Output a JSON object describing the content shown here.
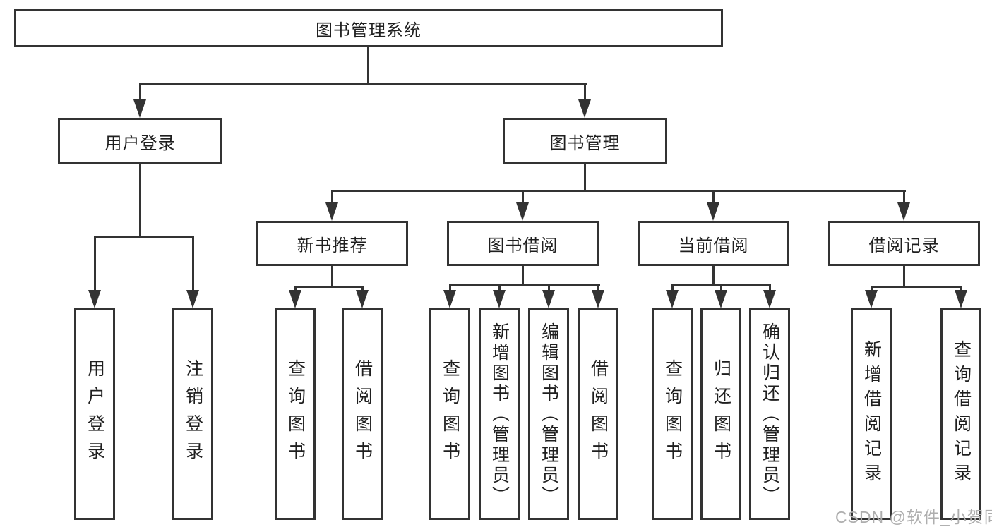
{
  "diagram": {
    "title": "图书管理系统",
    "root": {
      "label": "图书管理系统"
    },
    "level2": {
      "user_login": {
        "label": "用户登录"
      },
      "book_mgmt": {
        "label": "图书管理"
      }
    },
    "level3": {
      "new_book_rec": {
        "label": "新书推荐"
      },
      "book_borrow": {
        "label": "图书借阅"
      },
      "current_borrow": {
        "label": "当前借阅"
      },
      "borrow_record": {
        "label": "借阅记录"
      }
    },
    "leaves": {
      "user_login_leaf": {
        "label": "用户登录"
      },
      "logout_leaf": {
        "label": "注销登录"
      },
      "rec_query_book": {
        "label": "查询图书"
      },
      "rec_borrow_book": {
        "label": "借阅图书"
      },
      "bor_query_book": {
        "label": "查询图书"
      },
      "bor_add_book": {
        "label": "新增图书（管理员）"
      },
      "bor_edit_book": {
        "label": "编辑图书（管理员）"
      },
      "bor_borrow_book": {
        "label": "借阅图书"
      },
      "cur_query_book": {
        "label": "查询图书"
      },
      "cur_return_book": {
        "label": "归还图书"
      },
      "cur_confirm_return": {
        "label": "确认归还（管理员）"
      },
      "rcd_add_record": {
        "label": "新增借阅记录"
      },
      "rcd_query_record": {
        "label": "查询借阅记录"
      }
    },
    "colors": {
      "line": "#333333",
      "text": "#1f1f1f",
      "background": "#ffffff",
      "watermark_gray": "#aeaeae"
    }
  },
  "watermark": {
    "text": "CSDN @软件_小贺同学"
  }
}
